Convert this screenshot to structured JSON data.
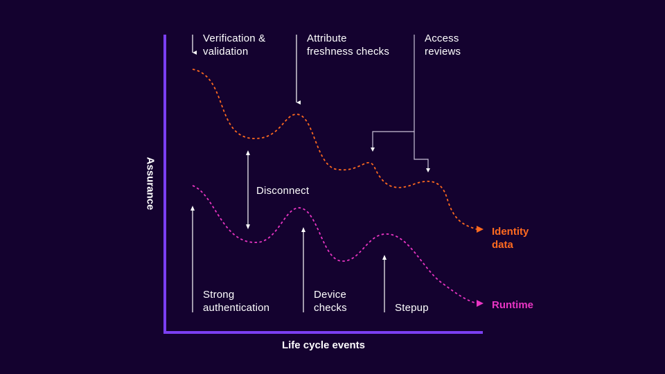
{
  "axes": {
    "x_label": "Life cycle events",
    "y_label": "Assurance"
  },
  "curves": {
    "identity": {
      "label_line1": "Identity",
      "label_line2": "data",
      "color": "#ff6a1f"
    },
    "runtime": {
      "label": "Runtime",
      "color": "#e935c4"
    }
  },
  "top_events": {
    "verification": {
      "line1": "Verification &",
      "line2": "validation"
    },
    "freshness": {
      "line1": "Attribute",
      "line2": "freshness checks"
    },
    "access": {
      "line1": "Access",
      "line2": "reviews"
    }
  },
  "middle": {
    "disconnect": "Disconnect"
  },
  "bottom_events": {
    "strong_auth": {
      "line1": "Strong",
      "line2": "authentication"
    },
    "device": {
      "line1": "Device",
      "line2": "checks"
    },
    "stepup": {
      "line1": "Stepup"
    }
  },
  "colors": {
    "background": "#14022f",
    "axis": "#7b3ff2",
    "arrow": "#ffffff",
    "connector": "#c9c2d8"
  }
}
